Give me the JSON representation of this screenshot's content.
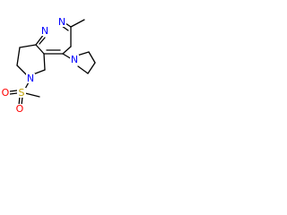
{
  "molecule": {
    "atoms": {
      "ring_n_upper": "N",
      "ring_n_lower": "N",
      "pyrrolidine_n": "N",
      "piperidine_n": "N",
      "sulfur": "S",
      "oxygen_left": "O",
      "oxygen_bottom": "O"
    },
    "colors": {
      "N": "#0000ff",
      "S": "#c0a000",
      "O": "#ff0000",
      "bond": "#000000"
    }
  }
}
